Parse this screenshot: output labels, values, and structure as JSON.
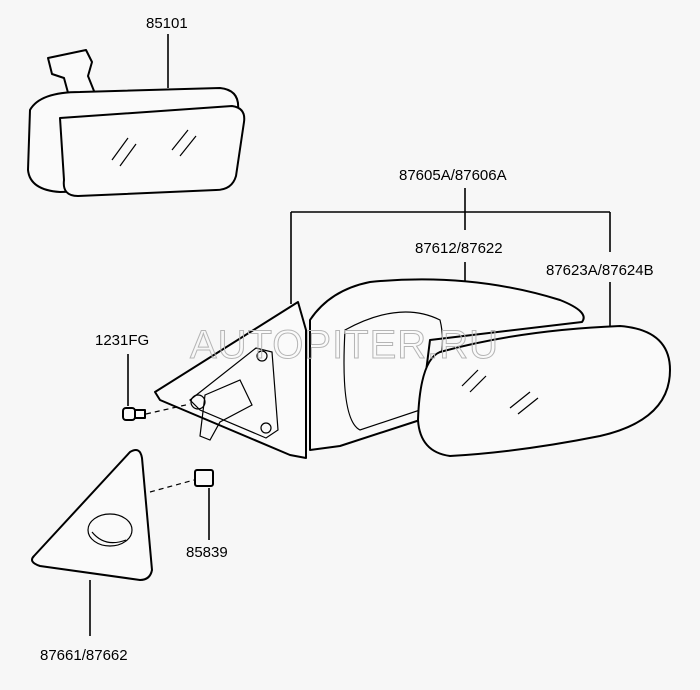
{
  "diagram": {
    "labels": {
      "inner_mirror": "85101",
      "mirror_assembly": "87605A/87606A",
      "mirror_motor": "87612/87622",
      "mirror_glass": "87623A/87624B",
      "screw": "1231FG",
      "clip": "85839",
      "cover": "87661/87662"
    },
    "watermark": "AUTOPITER.RU"
  }
}
